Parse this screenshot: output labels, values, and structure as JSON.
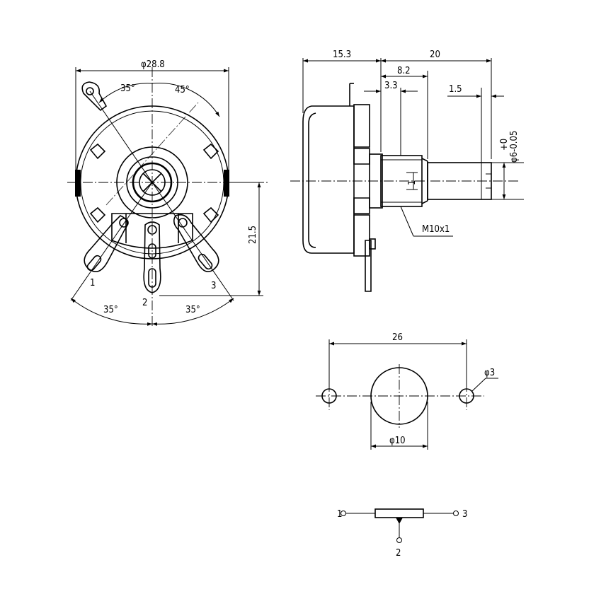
{
  "front_view": {
    "dia_body": "φ28.8",
    "ang_top_left": "35°",
    "ang_top_right": "45°",
    "height": "21.5",
    "ang_bottom_left": "35°",
    "ang_bottom_right": "35°",
    "pin1": "1",
    "pin2": "2",
    "pin3": "3"
  },
  "side_view": {
    "body_depth": "15.3",
    "shaft_length": "20",
    "bushing_length": "8.2",
    "flange": "3.3",
    "slot_depth": "1.5",
    "shaft_dia": "φ6-0.05",
    "shaft_tol": "+0",
    "thread": "M10x1",
    "slot_width": "1"
  },
  "panel_cutout": {
    "hole_spacing": "26",
    "pin_hole_dia": "φ3",
    "center_hole_dia": "φ10"
  },
  "schematic": {
    "pin1": "1",
    "pin2": "2",
    "pin3": "3"
  }
}
